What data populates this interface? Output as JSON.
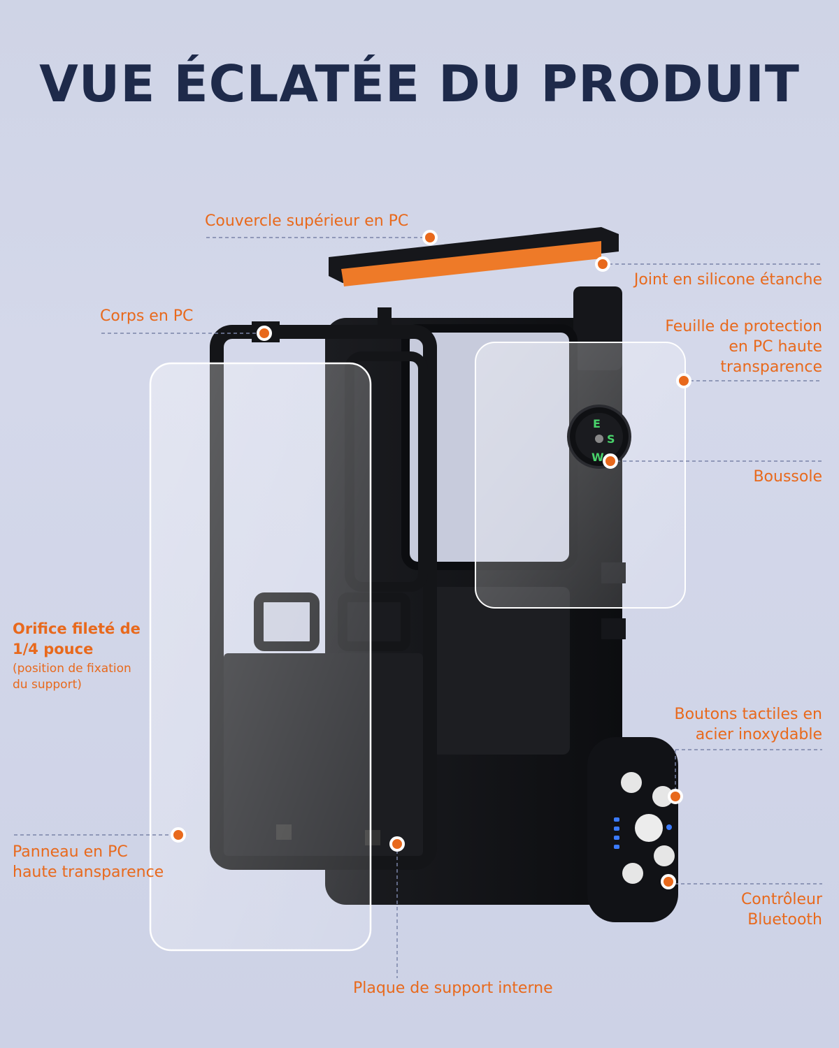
{
  "title": "VUE ÉCLATÉE DU PRODUIT",
  "colors": {
    "accent": "#e8691c",
    "title": "#1e2a4a",
    "leader": "#7a84a8",
    "case": "#121316"
  },
  "labels": {
    "top_cover": "Couvercle supérieur en PC",
    "silicone_seal": "Joint en silicone étanche",
    "pc_body": "Corps en PC",
    "protective_film_1": "Feuille de protection",
    "protective_film_2": "en PC haute",
    "protective_film_3": "transparence",
    "compass": "Boussole",
    "thread_hole_1": "Orifice fileté de",
    "thread_hole_2": "1/4 pouce",
    "thread_hole_note_1": "(position de fixation",
    "thread_hole_note_2": "du support)",
    "touch_buttons_1": "Boutons tactiles en",
    "touch_buttons_2": "acier inoxydable",
    "panel_1": "Panneau en PC",
    "panel_2": "haute transparence",
    "bt_controller_1": "Contrôleur",
    "bt_controller_2": "Bluetooth",
    "inner_plate": "Plaque de support interne"
  },
  "compass_letters": {
    "e": "E",
    "s": "S",
    "w": "W"
  }
}
